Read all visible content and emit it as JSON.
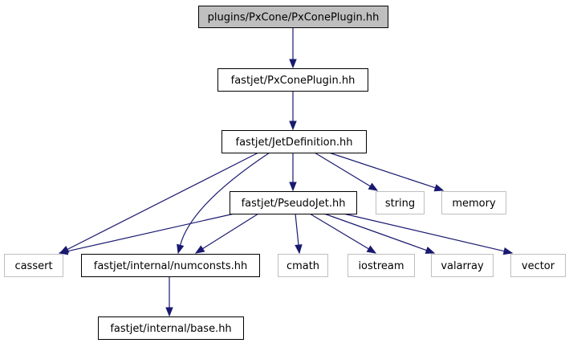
{
  "diagram": {
    "colors": {
      "edge": "#191970",
      "root_fill": "#bfbfbf",
      "doc_border": "#000000",
      "ext_border": "#bfbfbf"
    },
    "nodes": [
      {
        "id": "pxconeplugin_root",
        "label": "plugins/PxCone/PxConePlugin.hh",
        "kind": "root"
      },
      {
        "id": "pxconeplugin",
        "label": "fastjet/PxConePlugin.hh",
        "kind": "doc"
      },
      {
        "id": "jetdefinition",
        "label": "fastjet/JetDefinition.hh",
        "kind": "doc"
      },
      {
        "id": "string",
        "label": "string",
        "kind": "ext"
      },
      {
        "id": "memory",
        "label": "memory",
        "kind": "ext"
      },
      {
        "id": "pseudojet",
        "label": "fastjet/PseudoJet.hh",
        "kind": "doc"
      },
      {
        "id": "cassert",
        "label": "cassert",
        "kind": "ext"
      },
      {
        "id": "numconsts",
        "label": "fastjet/internal/numconsts.hh",
        "kind": "doc"
      },
      {
        "id": "cmath",
        "label": "cmath",
        "kind": "ext"
      },
      {
        "id": "iostream",
        "label": "iostream",
        "kind": "ext"
      },
      {
        "id": "valarray",
        "label": "valarray",
        "kind": "ext"
      },
      {
        "id": "vector",
        "label": "vector",
        "kind": "ext"
      },
      {
        "id": "base",
        "label": "fastjet/internal/base.hh",
        "kind": "doc"
      }
    ],
    "edges": [
      {
        "from": "pxconeplugin_root",
        "to": "pxconeplugin"
      },
      {
        "from": "pxconeplugin",
        "to": "jetdefinition"
      },
      {
        "from": "jetdefinition",
        "to": "cassert"
      },
      {
        "from": "jetdefinition",
        "to": "numconsts"
      },
      {
        "from": "jetdefinition",
        "to": "pseudojet"
      },
      {
        "from": "jetdefinition",
        "to": "string"
      },
      {
        "from": "jetdefinition",
        "to": "memory"
      },
      {
        "from": "pseudojet",
        "to": "cassert"
      },
      {
        "from": "pseudojet",
        "to": "numconsts"
      },
      {
        "from": "pseudojet",
        "to": "cmath"
      },
      {
        "from": "pseudojet",
        "to": "iostream"
      },
      {
        "from": "pseudojet",
        "to": "valarray"
      },
      {
        "from": "pseudojet",
        "to": "vector"
      },
      {
        "from": "numconsts",
        "to": "base"
      }
    ]
  }
}
